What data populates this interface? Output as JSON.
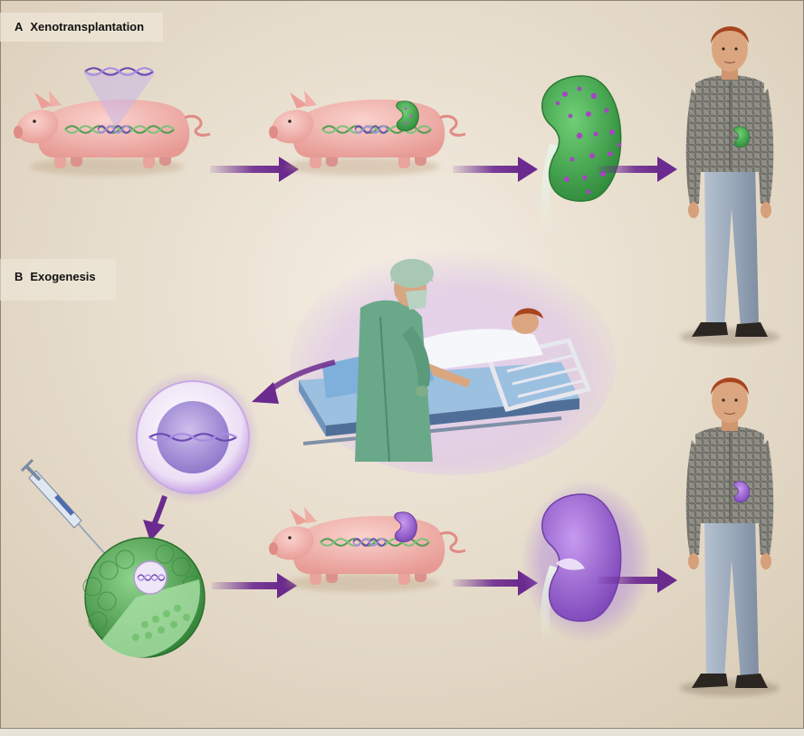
{
  "panels": [
    {
      "letter": "A",
      "title": "Xenotransplantation"
    },
    {
      "letter": "B",
      "title": "Exogenesis"
    }
  ],
  "colors": {
    "background": "#e9e0d0",
    "arrow": "#6b2a8e",
    "pig": "#f3b9b4",
    "human_kidney": "#a06ad0",
    "pig_kidney": "#3faa48",
    "dna_green": "#5aa65a",
    "dna_purple": "#7a55b5"
  },
  "icons": [
    "pig-icon",
    "dna-icon",
    "kidney-icon",
    "human-figure-icon",
    "surgeon-icon",
    "hospital-bed-icon",
    "cell-icon",
    "syringe-icon",
    "blastocyst-icon",
    "arrow-icon"
  ]
}
